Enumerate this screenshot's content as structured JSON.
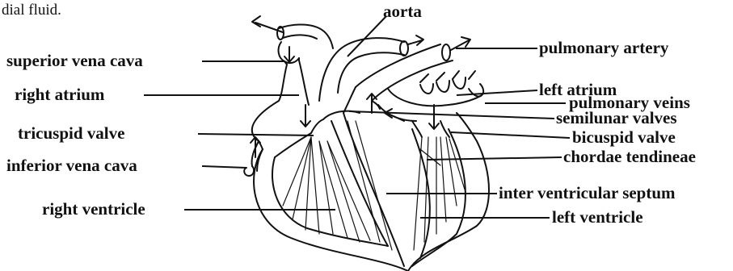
{
  "caption_fragment": "dial fluid.",
  "labels": {
    "aorta": "aorta",
    "pulmonary_artery": "pulmonary artery",
    "superior_vena_cava": "superior vena cava",
    "right_atrium": "right atrium",
    "left_atrium": "left atrium",
    "pulmonary_veins": "pulmonary veins",
    "semilunar_valves": "semilunar valves",
    "tricuspid_valve": "tricuspid valve",
    "bicuspid_valve": "bicuspid valve",
    "inferior_vena_cava": "inferior vena cava",
    "chordae_tendineae": "chordae tendineae",
    "inter_ventricular_septum": "inter ventricular septum",
    "right_ventricle": "right ventricle",
    "left_ventricle": "left ventricle"
  }
}
